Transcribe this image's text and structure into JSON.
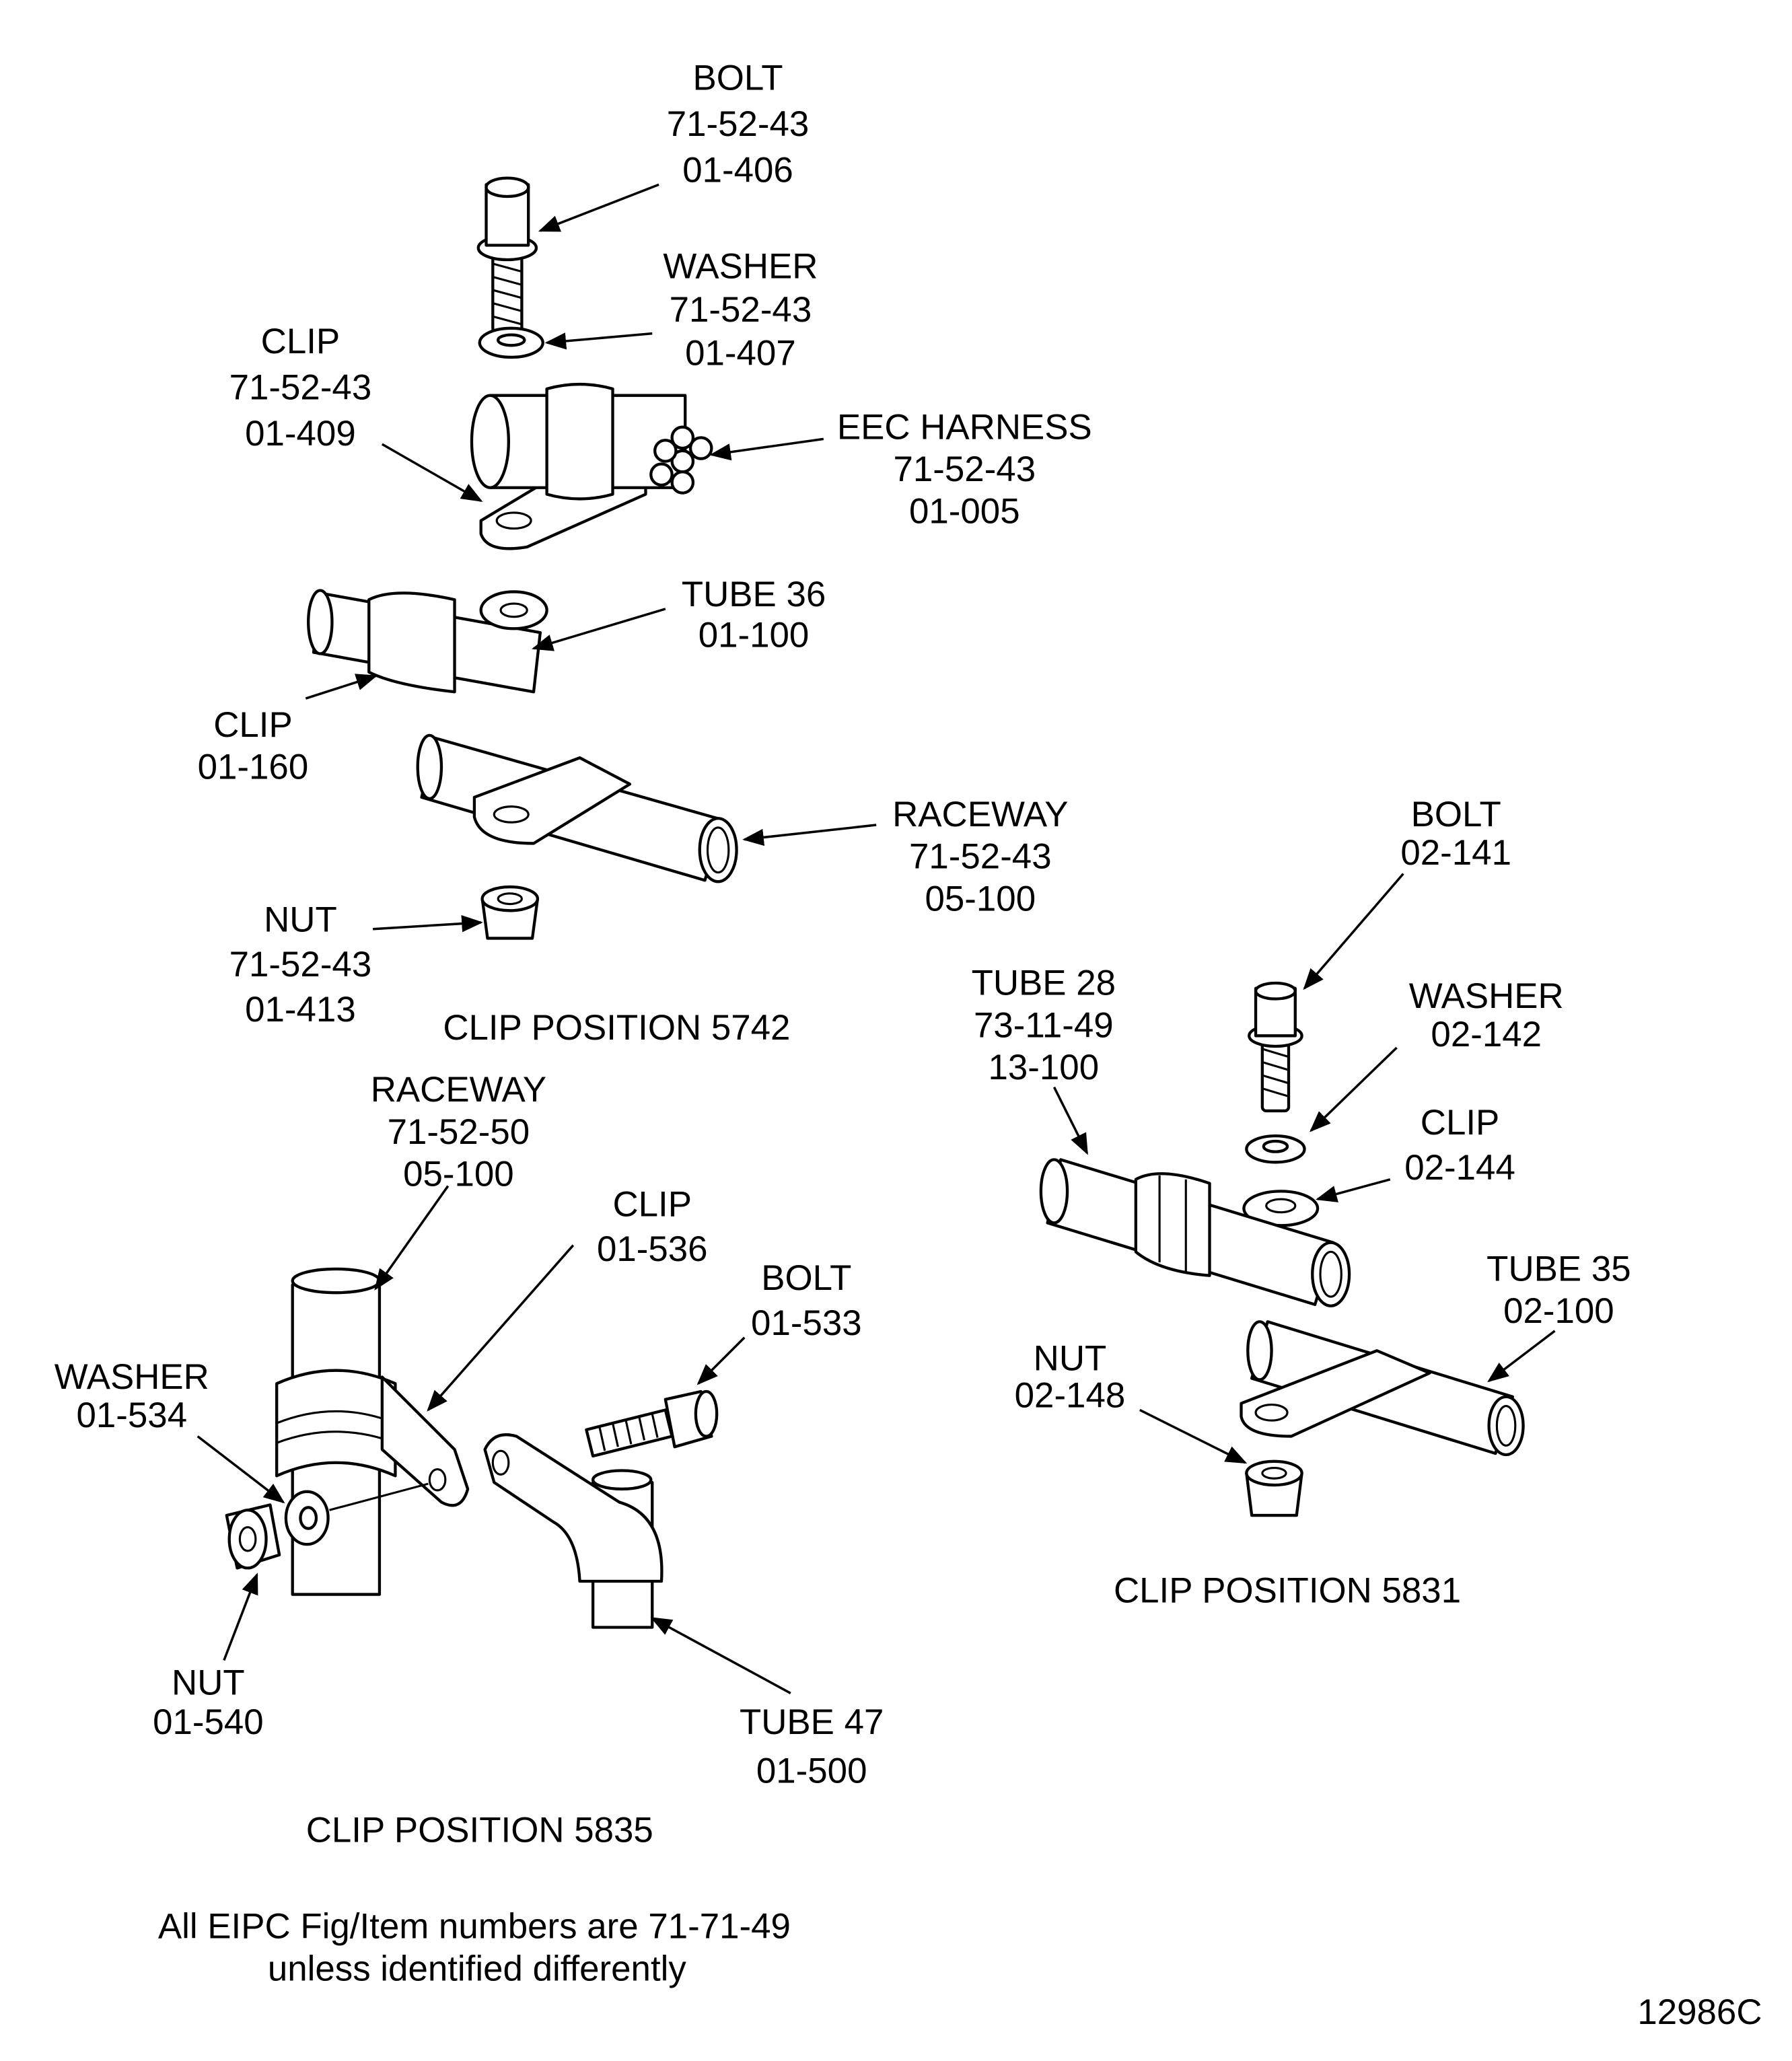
{
  "callouts": [
    {
      "id": "bolt-01-406",
      "lines": [
        "BOLT",
        "71-52-43",
        "01-406"
      ]
    },
    {
      "id": "washer-01-407",
      "lines": [
        "WASHER",
        "71-52-43",
        "01-407"
      ]
    },
    {
      "id": "clip-01-409",
      "lines": [
        "CLIP",
        "71-52-43",
        "01-409"
      ]
    },
    {
      "id": "eec-harness-01-005",
      "lines": [
        "EEC HARNESS",
        "71-52-43",
        "01-005"
      ]
    },
    {
      "id": "tube-36-01-100",
      "lines": [
        "TUBE 36",
        "01-100"
      ]
    },
    {
      "id": "clip-01-160",
      "lines": [
        "CLIP",
        "01-160"
      ]
    },
    {
      "id": "raceway-05-100-a",
      "lines": [
        "RACEWAY",
        "71-52-43",
        "05-100"
      ]
    },
    {
      "id": "nut-01-413",
      "lines": [
        "NUT",
        "71-52-43",
        "01-413"
      ]
    },
    {
      "id": "bolt-02-141",
      "lines": [
        "BOLT",
        "02-141"
      ]
    },
    {
      "id": "tube-28-13-100",
      "lines": [
        "TUBE 28",
        "73-11-49",
        "13-100"
      ]
    },
    {
      "id": "washer-02-142",
      "lines": [
        "WASHER",
        "02-142"
      ]
    },
    {
      "id": "clip-02-144",
      "lines": [
        "CLIP",
        "02-144"
      ]
    },
    {
      "id": "tube-35-02-100",
      "lines": [
        "TUBE 35",
        "02-100"
      ]
    },
    {
      "id": "nut-02-148",
      "lines": [
        "NUT",
        "02-148"
      ]
    },
    {
      "id": "raceway-05-100-b",
      "lines": [
        "RACEWAY",
        "71-52-50",
        "05-100"
      ]
    },
    {
      "id": "clip-01-536",
      "lines": [
        "CLIP",
        "01-536"
      ]
    },
    {
      "id": "bolt-01-533",
      "lines": [
        "BOLT",
        "01-533"
      ]
    },
    {
      "id": "washer-01-534",
      "lines": [
        "WASHER",
        "01-534"
      ]
    },
    {
      "id": "nut-01-540",
      "lines": [
        "NUT",
        "01-540"
      ]
    },
    {
      "id": "tube-47-01-500",
      "lines": [
        "TUBE 47",
        "01-500"
      ]
    }
  ],
  "captions": {
    "clip_position_5742": "CLIP POSITION 5742",
    "clip_position_5831": "CLIP POSITION 5831",
    "clip_position_5835": "CLIP POSITION 5835"
  },
  "note": [
    "All EIPC Fig/Item numbers are 71-71-49",
    "unless identified differently"
  ],
  "figure_number": "12986C"
}
